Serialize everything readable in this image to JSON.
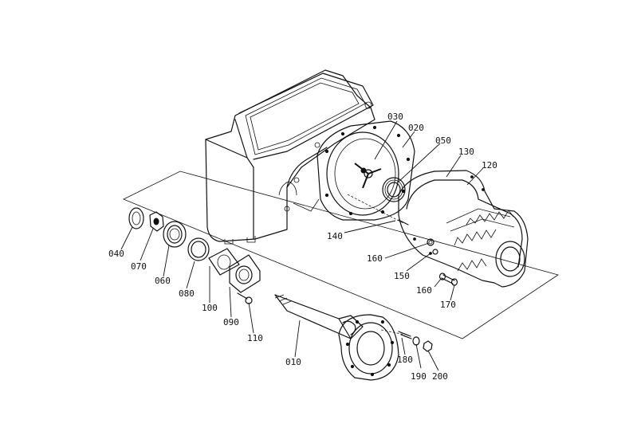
{
  "parts": [
    {
      "id": "010",
      "label": "010"
    },
    {
      "id": "020",
      "label": "020"
    },
    {
      "id": "030",
      "label": "030"
    },
    {
      "id": "040",
      "label": "040"
    },
    {
      "id": "050",
      "label": "050"
    },
    {
      "id": "060",
      "label": "060"
    },
    {
      "id": "070",
      "label": "070"
    },
    {
      "id": "080",
      "label": "080"
    },
    {
      "id": "090",
      "label": "090"
    },
    {
      "id": "100",
      "label": "100"
    },
    {
      "id": "110",
      "label": "110"
    },
    {
      "id": "120",
      "label": "120"
    },
    {
      "id": "130",
      "label": "130"
    },
    {
      "id": "140",
      "label": "140"
    },
    {
      "id": "150",
      "label": "150"
    },
    {
      "id": "160a",
      "label": "160"
    },
    {
      "id": "160b",
      "label": "160"
    },
    {
      "id": "170",
      "label": "170"
    },
    {
      "id": "180",
      "label": "180"
    },
    {
      "id": "190",
      "label": "190"
    },
    {
      "id": "200",
      "label": "200"
    }
  ]
}
